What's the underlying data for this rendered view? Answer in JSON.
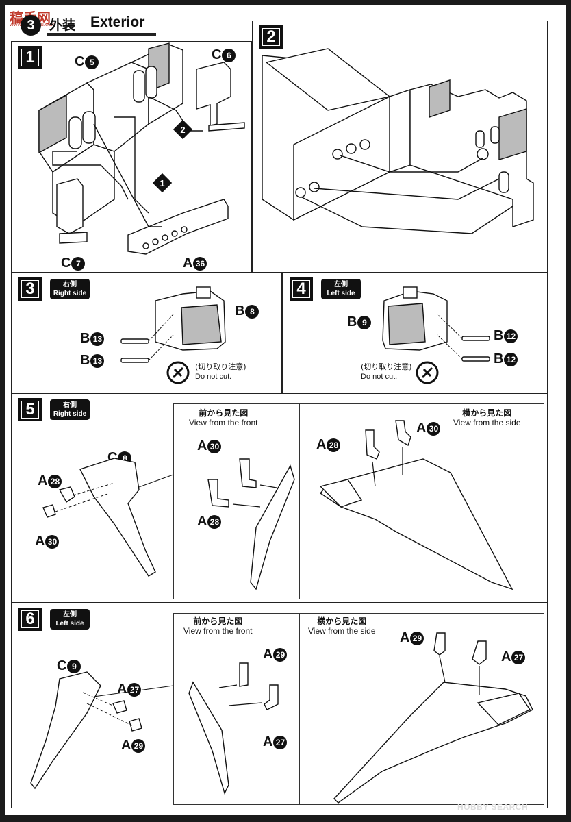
{
  "header": {
    "logo_text": "稿手网",
    "logo_sub": "www.hobbyou.com",
    "step_number": "3",
    "title_jp": "外装",
    "title_en": "Exterior"
  },
  "steps": [
    {
      "number": "1",
      "parts": [
        {
          "letter": "C",
          "num": "5"
        },
        {
          "letter": "C",
          "num": "6"
        },
        {
          "letter": "C",
          "num": "7"
        },
        {
          "letter": "A",
          "num": "36"
        }
      ],
      "order_markers": [
        "1",
        "2",
        "2"
      ]
    },
    {
      "number": "2"
    },
    {
      "number": "3",
      "side_jp": "右側",
      "side_en": "Right side",
      "parts": [
        {
          "letter": "B",
          "num": "8"
        },
        {
          "letter": "B",
          "num": "13"
        },
        {
          "letter": "B",
          "num": "13"
        }
      ],
      "caution_jp": "(切り取り注意)",
      "caution_en": "Do not cut."
    },
    {
      "number": "4",
      "side_jp": "左側",
      "side_en": "Left side",
      "parts": [
        {
          "letter": "B",
          "num": "9"
        },
        {
          "letter": "B",
          "num": "12"
        },
        {
          "letter": "B",
          "num": "12"
        }
      ],
      "caution_jp": "(切り取り注意)",
      "caution_en": "Do not cut."
    },
    {
      "number": "5",
      "side_jp": "右側",
      "side_en": "Right side",
      "parts": [
        {
          "letter": "C",
          "num": "8"
        },
        {
          "letter": "A",
          "num": "28"
        },
        {
          "letter": "A",
          "num": "30"
        }
      ],
      "front_view": {
        "title_jp": "前から見た図",
        "title_en": "View from the front",
        "parts": [
          {
            "letter": "A",
            "num": "30"
          },
          {
            "letter": "A",
            "num": "28"
          }
        ]
      },
      "side_view": {
        "title_jp": "横から見た図",
        "title_en": "View from the side",
        "parts": [
          {
            "letter": "A",
            "num": "28"
          },
          {
            "letter": "A",
            "num": "30"
          }
        ]
      }
    },
    {
      "number": "6",
      "side_jp": "左側",
      "side_en": "Left side",
      "parts": [
        {
          "letter": "C",
          "num": "9"
        },
        {
          "letter": "A",
          "num": "27"
        },
        {
          "letter": "A",
          "num": "29"
        }
      ],
      "front_view": {
        "title_jp": "前から見た図",
        "title_en": "View from the front",
        "parts": [
          {
            "letter": "A",
            "num": "29"
          },
          {
            "letter": "A",
            "num": "27"
          }
        ]
      },
      "side_view": {
        "title_jp": "横から見た図",
        "title_en": "View from the side",
        "parts": [
          {
            "letter": "A",
            "num": "29"
          },
          {
            "letter": "A",
            "num": "27"
          }
        ]
      }
    }
  ],
  "footer": {
    "brand": "HOBBY SEARCH"
  },
  "colors": {
    "ink": "#111111",
    "paper": "#ffffff",
    "frame": "#1b1b1b",
    "logo_red": "#c0392b"
  }
}
